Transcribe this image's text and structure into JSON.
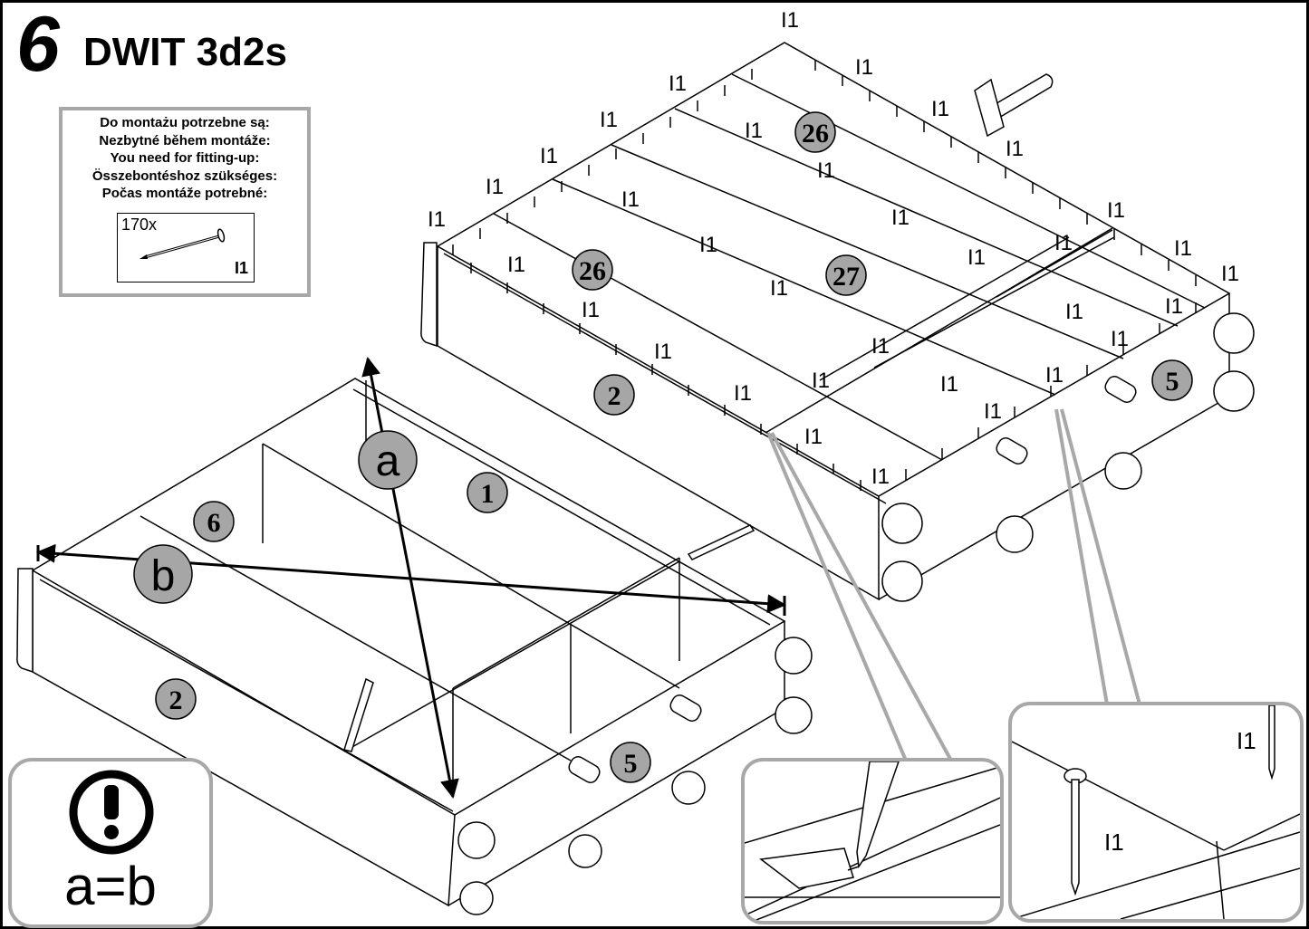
{
  "header": {
    "step_number": "6",
    "title": "DWIT 3d2s"
  },
  "requirements": {
    "lines": [
      "Do montażu potrzebne są:",
      "Nezbytné během montáže:",
      "You need for fitting-up:",
      "Összebontéshoz szükséges:",
      "Počas montáže potrebné:"
    ],
    "nail_quantity": "170x",
    "nail_code": "I1"
  },
  "warning": {
    "text": "a=b",
    "icon": "exclamation-circle-icon"
  },
  "dimensions": {
    "diagonal_a": "a",
    "diagonal_b": "b"
  },
  "parts_left": {
    "back": "1",
    "side": "6",
    "front": "2",
    "end": "5"
  },
  "parts_right": {
    "panel_a": "26",
    "panel_b": "26",
    "panel_c": "27",
    "front": "2",
    "end": "5"
  },
  "nail_label": "I1",
  "colors": {
    "line": "#000000",
    "badge_fill": "#a6a6a6",
    "frame_gray": "#a8a8a8"
  }
}
